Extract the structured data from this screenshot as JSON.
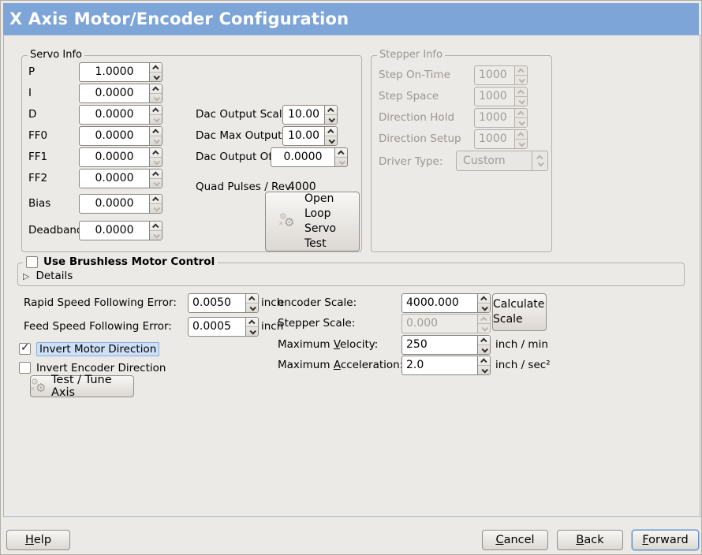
{
  "window": {
    "title": "X Axis Motor/Encoder Configuration"
  },
  "colors": {
    "titlebar": "#7da5d8",
    "focus_ring": "#5e8fc9",
    "label_highlight": "#cde0f5",
    "background": "#eceae7"
  },
  "servo": {
    "legend": "Servo Info",
    "pid_rows": [
      {
        "label": "P",
        "value": "1.0000"
      },
      {
        "label": "I",
        "value": "0.0000"
      },
      {
        "label": "D",
        "value": "0.0000"
      },
      {
        "label": "FF0",
        "value": "0.0000"
      },
      {
        "label": "FF1",
        "value": "0.0000"
      },
      {
        "label": "FF2",
        "value": "0.0000"
      },
      {
        "label": "Bias",
        "value": "0.0000"
      },
      {
        "label": "Deadband",
        "value": "0.0000"
      }
    ],
    "dac_rows": [
      {
        "label": "Dac Output Scale:",
        "value": "10.00"
      },
      {
        "label": "Dac Max Output:",
        "value": "10.00"
      },
      {
        "label": "Dac Output Offset:",
        "value": "0.0000"
      }
    ],
    "quad": {
      "label": "Quad Pulses / Rev:",
      "value": "4000"
    },
    "open_loop_button_label": "Open Loop Servo Test"
  },
  "stepper": {
    "legend": "Stepper Info",
    "rows": [
      {
        "label": "Step On-Time",
        "value": "1000"
      },
      {
        "label": "Step Space",
        "value": "1000"
      },
      {
        "label": "Direction Hold",
        "value": "1000"
      },
      {
        "label": "Direction Setup",
        "value": "1000"
      }
    ],
    "driver": {
      "label": "Driver Type:",
      "value": "Custom"
    }
  },
  "brushless": {
    "label": "Use Brushless Motor Control",
    "details_label": "Details"
  },
  "following_error": {
    "rapid": {
      "label": "Rapid Speed Following Error:",
      "value": "0.0050",
      "unit": "inch"
    },
    "feed": {
      "label": "Feed Speed Following Error:",
      "value": "0.0005",
      "unit": "inch"
    }
  },
  "scaling": {
    "encoder": {
      "label": "encoder Scale:",
      "value": "4000.000"
    },
    "stepper": {
      "label": "Stepper Scale:",
      "value": "0.000"
    },
    "calculate_button_label": "Calculate Scale",
    "velocity": {
      "pre": "Maximum ",
      "key": "V",
      "post": "elocity:",
      "value": "250",
      "unit": "inch / min"
    },
    "acceleration": {
      "pre": "Maximum ",
      "key": "A",
      "post": "cceleration:",
      "value": "2.0",
      "unit": "inch / sec²"
    }
  },
  "direction": {
    "invert_motor": {
      "label": "Invert Motor Direction",
      "checked": true
    },
    "invert_encoder": {
      "label": "Invert Encoder Direction",
      "checked": false
    }
  },
  "test_tune_button_label": "Test / Tune Axis",
  "footer": {
    "help": {
      "key": "H",
      "post": "elp"
    },
    "cancel": {
      "key": "C",
      "post": "ancel"
    },
    "back": {
      "key": "B",
      "post": "ack"
    },
    "forward": {
      "key": "F",
      "post": "orward"
    }
  }
}
